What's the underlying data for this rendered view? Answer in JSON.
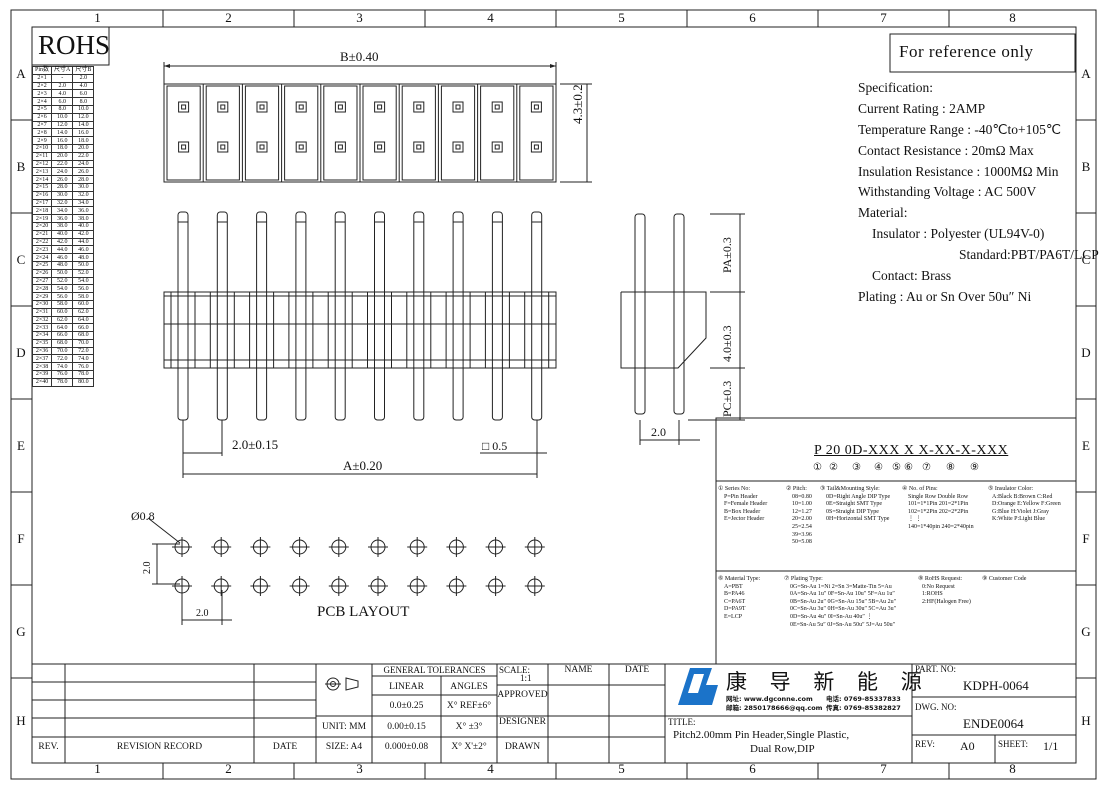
{
  "border": {
    "columns": [
      "1",
      "2",
      "3",
      "4",
      "5",
      "6",
      "7",
      "8"
    ],
    "rows": [
      "A",
      "B",
      "C",
      "D",
      "E",
      "F",
      "G",
      "H"
    ]
  },
  "rohs_label": "ROHS",
  "reference_note": "For reference only",
  "pin_table": {
    "headers": [
      "Pin数",
      "尺寸A",
      "尺寸B"
    ],
    "rows": [
      [
        "2×1",
        "-",
        "2.0"
      ],
      [
        "2×2",
        "2.0",
        "4.0"
      ],
      [
        "2×3",
        "4.0",
        "6.0"
      ],
      [
        "2×4",
        "6.0",
        "8.0"
      ],
      [
        "2×5",
        "8.0",
        "10.0"
      ],
      [
        "2×6",
        "10.0",
        "12.0"
      ],
      [
        "2×7",
        "12.0",
        "14.0"
      ],
      [
        "2×8",
        "14.0",
        "16.0"
      ],
      [
        "2×9",
        "16.0",
        "18.0"
      ],
      [
        "2×10",
        "18.0",
        "20.0"
      ],
      [
        "2×11",
        "20.0",
        "22.0"
      ],
      [
        "2×12",
        "22.0",
        "24.0"
      ],
      [
        "2×13",
        "24.0",
        "26.0"
      ],
      [
        "2×14",
        "26.0",
        "28.0"
      ],
      [
        "2×15",
        "28.0",
        "30.0"
      ],
      [
        "2×16",
        "30.0",
        "32.0"
      ],
      [
        "2×17",
        "32.0",
        "34.0"
      ],
      [
        "2×18",
        "34.0",
        "36.0"
      ],
      [
        "2×19",
        "36.0",
        "38.0"
      ],
      [
        "2×20",
        "38.0",
        "40.0"
      ],
      [
        "2×21",
        "40.0",
        "42.0"
      ],
      [
        "2×22",
        "42.0",
        "44.0"
      ],
      [
        "2×23",
        "44.0",
        "46.0"
      ],
      [
        "2×24",
        "46.0",
        "48.0"
      ],
      [
        "2×25",
        "48.0",
        "50.0"
      ],
      [
        "2×26",
        "50.0",
        "52.0"
      ],
      [
        "2×27",
        "52.0",
        "54.0"
      ],
      [
        "2×28",
        "54.0",
        "56.0"
      ],
      [
        "2×29",
        "56.0",
        "58.0"
      ],
      [
        "2×30",
        "58.0",
        "60.0"
      ],
      [
        "2×31",
        "60.0",
        "62.0"
      ],
      [
        "2×32",
        "62.0",
        "64.0"
      ],
      [
        "2×33",
        "64.0",
        "66.0"
      ],
      [
        "2×34",
        "66.0",
        "68.0"
      ],
      [
        "2×35",
        "68.0",
        "70.0"
      ],
      [
        "2×36",
        "70.0",
        "72.0"
      ],
      [
        "2×37",
        "72.0",
        "74.0"
      ],
      [
        "2×38",
        "74.0",
        "76.0"
      ],
      [
        "2×39",
        "76.0",
        "78.0"
      ],
      [
        "2×40",
        "78.0",
        "80.0"
      ]
    ]
  },
  "dimensions": {
    "b": "B±0.40",
    "height": "4.3±0.2",
    "a": "A±0.20",
    "pitch": "2.0±0.15",
    "square": "□ 0.5",
    "pa": "PA±0.3",
    "body": "4.0±0.3",
    "pc": "PC±0.3",
    "side_pitch": "2.0",
    "hole": "Ø0.8",
    "pcb_v": "2.0",
    "pcb_h": "2.0"
  },
  "pcb_label": "PCB LAYOUT",
  "spec": {
    "heading": "Specification:",
    "lines": [
      "Current Rating : 2AMP",
      "Temperature Range : -40℃to+105℃",
      "Contact Resistance : 20mΩ  Max",
      "Insulation Resistance : 1000MΩ Min",
      "Withstanding Voltage : AC 500V",
      "Material:",
      "  Insulator : Polyester (UL94V-0)",
      "Standard:PBT/PA6T/LCP",
      "Contact: Brass",
      "Plating : Au or Sn Over 50u″ Ni"
    ]
  },
  "part_code": {
    "code": "P 20 0D-XXX X X-XX-X-XXX",
    "circles": [
      "①",
      "②",
      "③",
      "④",
      "⑤",
      "⑥",
      "⑦",
      "⑧",
      "⑨"
    ]
  },
  "legend": {
    "series_title": "① Series No:",
    "series": [
      "P=Pin Header",
      "F=Female Header",
      "B=Box Header",
      "E=Jector Header"
    ],
    "pitch_title": "② Pitch:",
    "pitch": [
      "08=0.80",
      "10=1.00",
      "12=1.27",
      "20=2.00",
      "25=2.54",
      "39=3.96",
      "50=5.08"
    ],
    "tail_title": "③ Tail&Mounting Style:",
    "tail": [
      "0D=Right Angle DIP Type",
      "0E=Straight SMT Type",
      "0S=Straight DIP Type",
      "0H=Horizontal SMT Type"
    ],
    "pins_title": "④ No. of Pins:",
    "pins_head": "Single Row   Double Row",
    "pins": [
      "101=1*1Pin     201=2*1Pin",
      "102=1*2Pin     202=2*2Pin",
      "  ⋮          ⋮",
      "140=1*40pin   240=2*40pin"
    ],
    "color_title": "⑤ Insulator Color:",
    "color": [
      "A:Black  B:Brown  C:Red",
      "D:Orange E:Yellow F:Green",
      "G:Blue   H:Violet J:Gray",
      "K:White  P:Light Blue"
    ],
    "material_title": "⑥ Material Type:",
    "material": [
      "A=PBT",
      "B=PA46",
      "C=PA6T",
      "D=PA9T",
      "E=LCP"
    ],
    "plating_title": "⑦ Plating Type:",
    "plating": [
      "0G=Sn-Au 1=Ni 2=Sn 3=Matte-Tin 5=Au",
      "0A=Sn-Au 1u″ 0F=Sn-Au 10u″  5F=Au 1u″",
      "0B=Sn-Au 2u″ 0G=Sn-Au 15u″  5B=Au 2u″",
      "0C=Sn-Au 3u″ 0H=Sn-Au 30u″  5C=Au 3u″",
      "0D=Sn-Au 4u″ 0I=Sn-Au 40u″     ⋮",
      "0E=Sn-Au 5u″ 0J=Sn-Au 50u″  5J=Au 50u″"
    ],
    "rohs_title": "⑧ RoHS Request:",
    "rohs": [
      "0:No Request",
      "1:ROHS",
      "2:HF(Halogen Free)"
    ],
    "customer_title": "⑨ Customer Code"
  },
  "title_block": {
    "general_tolerances": "GENERAL TOLERANCES",
    "linear": "LINEAR",
    "angles": "ANGLES",
    "lin1": "0.0±0.25",
    "ang1": "X° REF±6°",
    "lin2": "0.00±0.15",
    "ang2": "X° ±3°",
    "lin3": "0.000±0.08",
    "ang3": "X° X'±2°",
    "unit": "UNIT: MM",
    "size": "SIZE: A4",
    "scale": "SCALE:",
    "scale_val": "1:1",
    "approved": "APPROVED",
    "designer": "DESIGNER",
    "drawn": "DRAWN",
    "name": "NAME",
    "date": "DATE",
    "rev": "REV.",
    "revision_record": "REVISION RECORD",
    "rev_date": "DATE",
    "company_cn": "康 导 新 能 源",
    "web": "网址: www.dgconne.com",
    "tel": "电话: 0769-85337833",
    "mail": "邮箱: 2850178666@qq.com",
    "fax": "传真: 0769-85382827",
    "title_label": "TITLE:",
    "title_text": "Pitch2.00mm Pin Header,Single Plastic,",
    "title_text2": "Dual Row,DIP",
    "part_no_label": "PART. NO:",
    "part_no": "KDPH-0064",
    "dwg_no_label": "DWG. NO:",
    "dwg_no": "ENDE0064",
    "rev_label": "REV:",
    "rev_val": "A0",
    "sheet_label": "SHEET:",
    "sheet_val": "1/1",
    "accent": "#1b73c9"
  }
}
